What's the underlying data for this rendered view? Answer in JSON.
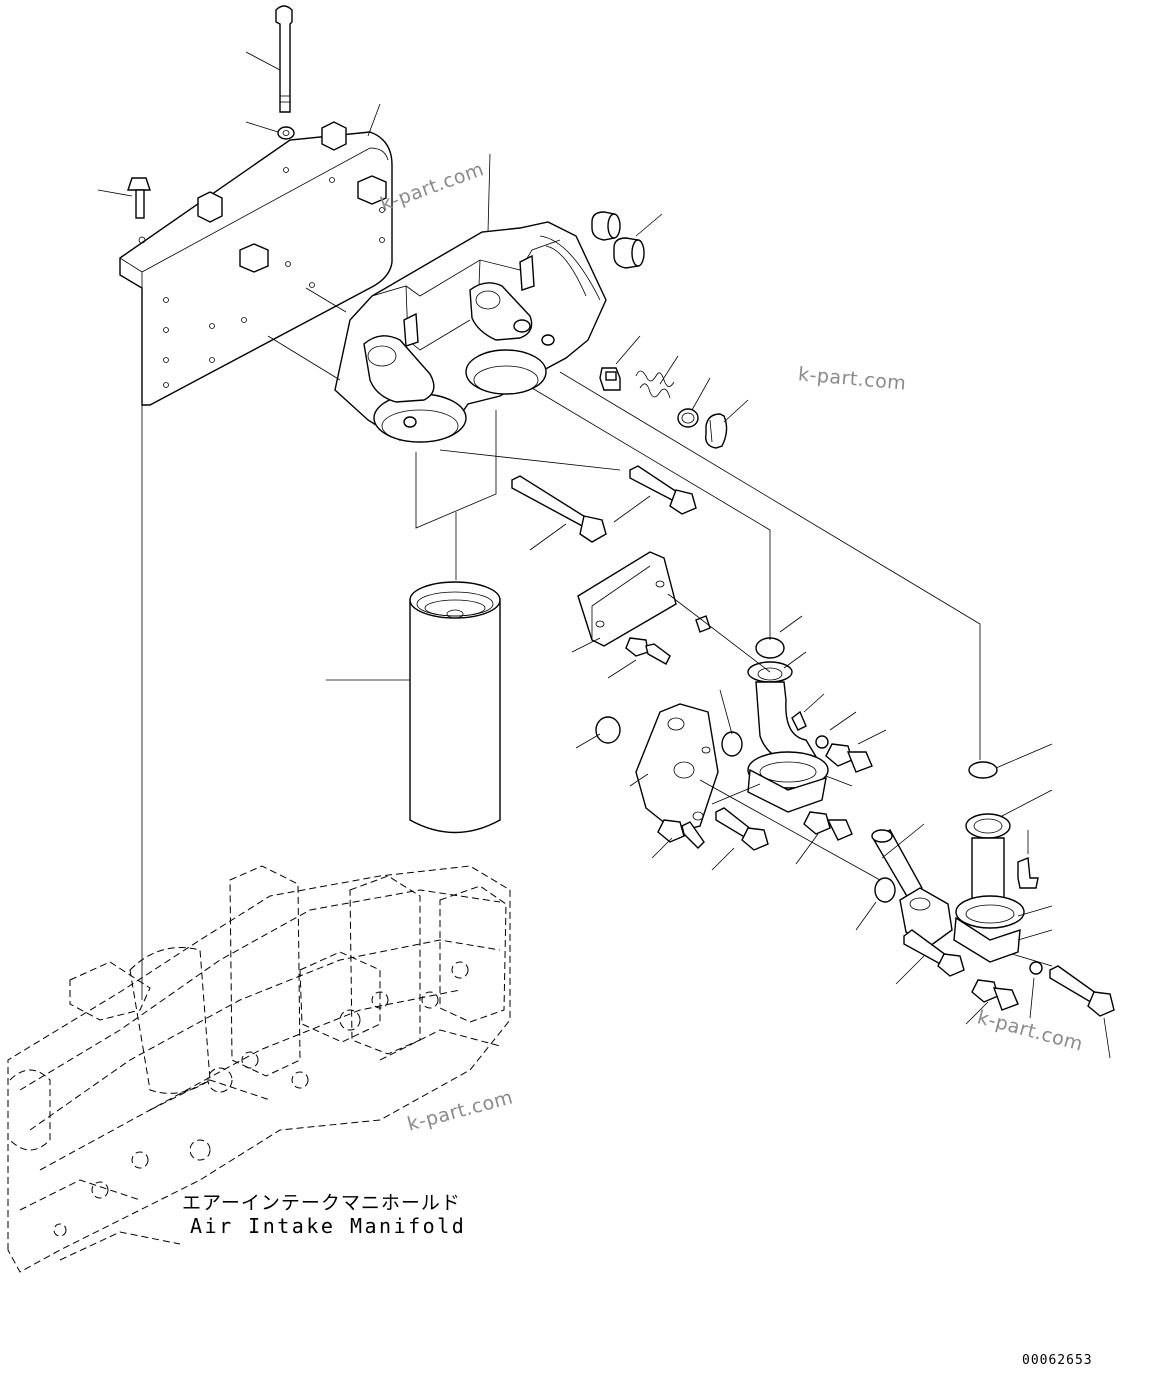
{
  "diagram": {
    "watermark": "k-part.com",
    "manifold_label_jp": "エアーインテークマニホールド",
    "manifold_label_en": "Air Intake Manifold",
    "drawing_number": "00062653"
  }
}
